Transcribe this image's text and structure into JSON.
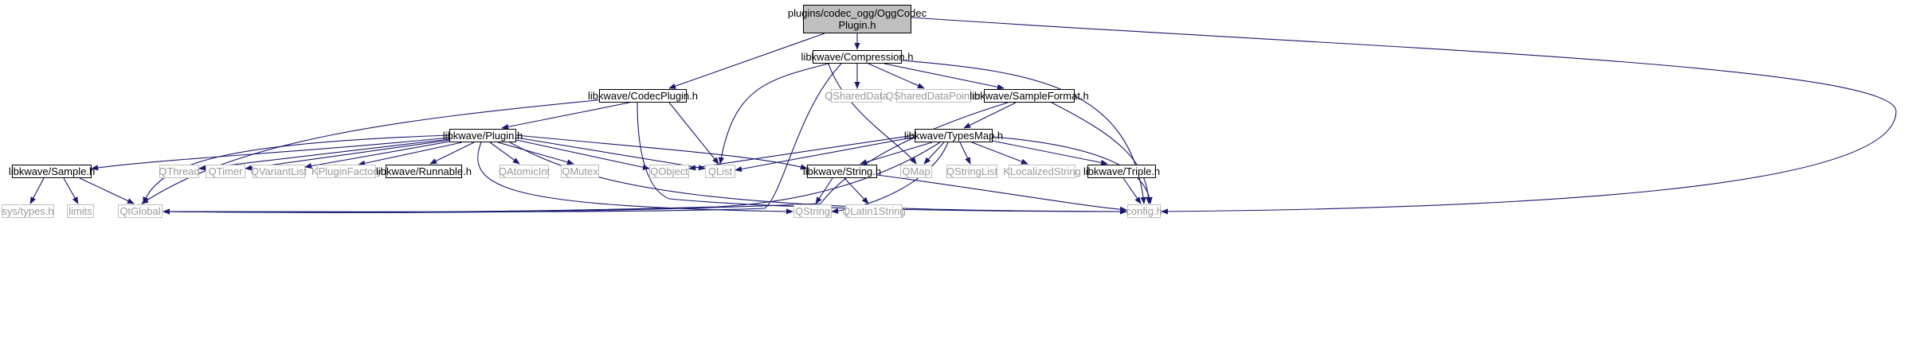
{
  "colors": {
    "edge": "#191970",
    "border_doc": "#000000",
    "border_ext": "#bfbfbf",
    "root_fill": "#bfbfbf"
  },
  "nodes": {
    "root": "plugins/codec_ogg/OggCodec\nPlugin.h",
    "compression": "libkwave/Compression.h",
    "codecplugin": "libkwave/CodecPlugin.h",
    "shareddata": "QSharedData",
    "shareddatapointer": "QSharedDataPointer",
    "sampleformat": "libkwave/SampleFormat.h",
    "plugin": "libkwave/Plugin.h",
    "typesmap": "libkwave/TypesMap.h",
    "sample": "libkwave/Sample.h",
    "qthread": "QThread",
    "qtimer": "QTimer",
    "qvariantlist": "QVariantList",
    "kpluginfactory": "KPluginFactory",
    "runnable": "libkwave/Runnable.h",
    "qatomicint": "QAtomicInt",
    "qmutex": "QMutex",
    "qobject": "QObject",
    "qlist": "QList",
    "string": "libkwave/String.h",
    "qmap": "QMap",
    "qstringlist": "QStringList",
    "klocalizedstring": "KLocalizedString",
    "triple": "libkwave/Triple.h",
    "systypes": "sys/types.h",
    "limits": "limits",
    "qglobal": "QtGlobal",
    "qstring": "QString",
    "qlatin1string": "QLatin1String",
    "config": "config.h"
  }
}
